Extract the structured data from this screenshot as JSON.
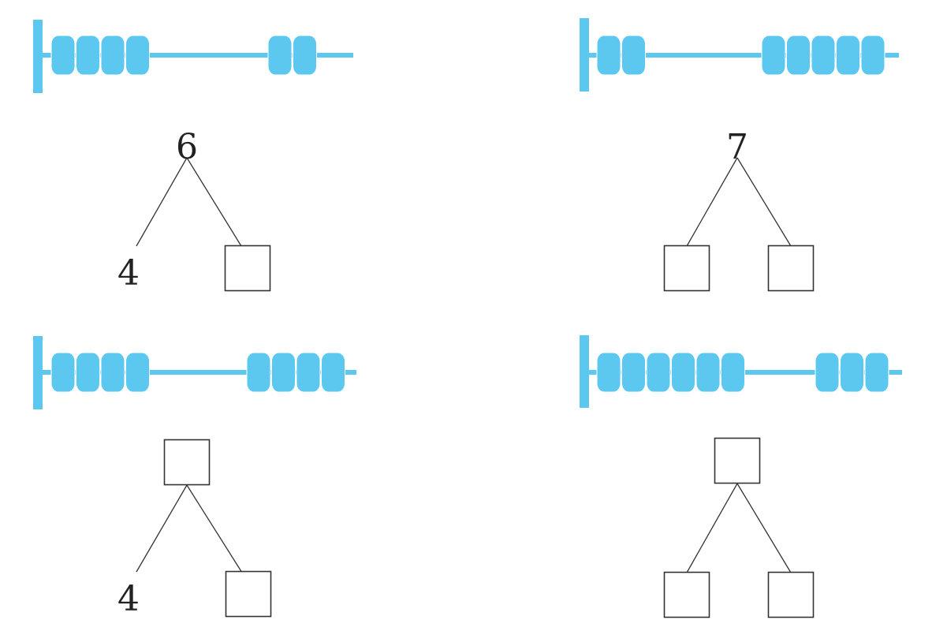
{
  "colors": {
    "bead": "#5CC8EF",
    "frame": "#5CC8EF",
    "line": "#333333",
    "text": "#222222"
  },
  "problems": [
    {
      "id": "top-left",
      "abacus": {
        "left_beads": 4,
        "right_beads": 2
      },
      "tree": {
        "top": {
          "value": "6",
          "is_box": false
        },
        "left": {
          "value": "4",
          "is_box": false
        },
        "right": {
          "value": "",
          "is_box": true
        }
      }
    },
    {
      "id": "top-right",
      "abacus": {
        "left_beads": 2,
        "right_beads": 5
      },
      "tree": {
        "top": {
          "value": "7",
          "is_box": false
        },
        "left": {
          "value": "",
          "is_box": true
        },
        "right": {
          "value": "",
          "is_box": true
        }
      }
    },
    {
      "id": "bottom-left",
      "abacus": {
        "left_beads": 4,
        "right_beads": 4
      },
      "tree": {
        "top": {
          "value": "",
          "is_box": true
        },
        "left": {
          "value": "4",
          "is_box": false
        },
        "right": {
          "value": "",
          "is_box": true
        }
      }
    },
    {
      "id": "bottom-right",
      "abacus": {
        "left_beads": 6,
        "right_beads": 3
      },
      "tree": {
        "top": {
          "value": "",
          "is_box": true
        },
        "left": {
          "value": "",
          "is_box": true
        },
        "right": {
          "value": "",
          "is_box": true
        }
      }
    }
  ]
}
